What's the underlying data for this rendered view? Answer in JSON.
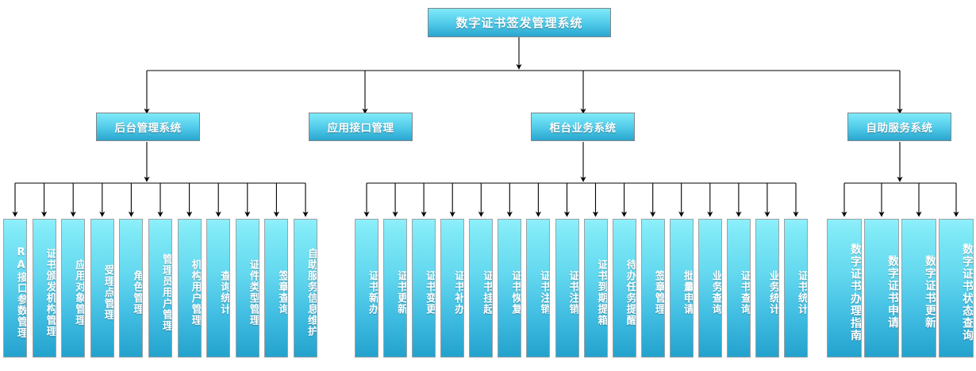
{
  "diagram": {
    "type": "organizational-tree",
    "title": "数字证书签发管理系统",
    "orientation": "top-down",
    "colors": {
      "node_gradient_top": "#7fe9f6",
      "node_gradient_bottom": "#29a6cf",
      "node_border": "#8a9296",
      "node_text": "#ffffff",
      "connector": "#000000",
      "background": "#ffffff"
    },
    "root": {
      "label": "数字证书签发管理系统"
    },
    "branches": [
      {
        "label": "后台管理系统",
        "children": [
          "RA接口参数管理",
          "证书颁发机构管理",
          "应用对象管理",
          "受理点管理",
          "角色管理",
          "管理员用户管理",
          "机构用户管理",
          "查询统计",
          "证件类型管理",
          "签章查询",
          "自助服务信息维护"
        ]
      },
      {
        "label": "应用接口管理",
        "children": []
      },
      {
        "label": "柜台业务系统",
        "children": [
          "证书新办",
          "证书更新",
          "证书变更",
          "证书补办",
          "证书挂起",
          "证书恢复",
          "证书注销",
          "证书注销",
          "证书到期提箱",
          "待办任务提醒",
          "签章管理",
          "批量申请",
          "业务查询",
          "证书查询",
          "业务统计",
          "证书统计"
        ]
      },
      {
        "label": "自助服务系统",
        "children": [
          "数字证书办理指南",
          "数字证书申请",
          "数字证书更新",
          "数字证书状态查询"
        ]
      }
    ]
  }
}
